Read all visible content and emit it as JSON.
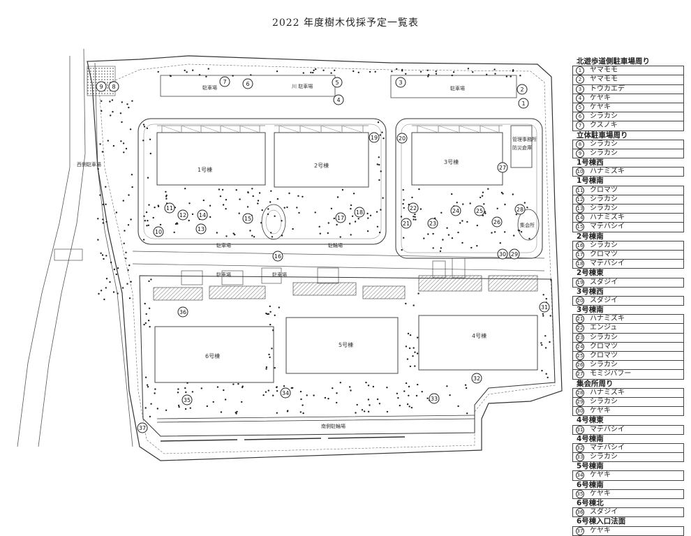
{
  "title": "2022 年度樹木伐採予定一覧表",
  "map": {
    "buildings": [
      {
        "id": "b1",
        "label": "1号棟"
      },
      {
        "id": "b2",
        "label": "2号棟"
      },
      {
        "id": "b3",
        "label": "3号棟"
      },
      {
        "id": "b4",
        "label": "4号棟"
      },
      {
        "id": "b5",
        "label": "5号棟"
      },
      {
        "id": "b6",
        "label": "6号棟"
      }
    ],
    "small_labels": [
      "駐車場",
      "川 駐車場",
      "駐車場",
      "西側駐車場",
      "駐車場",
      "駐輪場",
      "駐車場",
      "駐車場",
      "南側駐輪場",
      "集会所",
      "管理事務所",
      "防災倉庫"
    ],
    "markers": [
      "1",
      "2",
      "3",
      "4",
      "5",
      "6",
      "7",
      "8",
      "9",
      "10",
      "11",
      "12",
      "13",
      "14",
      "15",
      "16",
      "17",
      "18",
      "19",
      "20",
      "21",
      "22",
      "23",
      "24",
      "25",
      "26",
      "27",
      "28",
      "29",
      "30",
      "31",
      "32",
      "33",
      "34",
      "35",
      "36",
      "37"
    ]
  },
  "legend": [
    {
      "group": "北遊歩道側駐車場周り",
      "items": [
        {
          "no": "1",
          "name": "ヤマモモ"
        },
        {
          "no": "2",
          "name": "ヤマモモ"
        },
        {
          "no": "3",
          "name": "トウカエデ"
        },
        {
          "no": "4",
          "name": "ケヤキ"
        },
        {
          "no": "5",
          "name": "ケヤキ"
        },
        {
          "no": "6",
          "name": "シラカシ"
        },
        {
          "no": "7",
          "name": "クスノキ"
        }
      ]
    },
    {
      "group": "立体駐車場周り",
      "items": [
        {
          "no": "8",
          "name": "シラカシ"
        },
        {
          "no": "9",
          "name": "シラカシ"
        }
      ]
    },
    {
      "group": "1号棟西",
      "items": [
        {
          "no": "10",
          "name": "ハナミズキ"
        }
      ]
    },
    {
      "group": "1号棟南",
      "items": [
        {
          "no": "11",
          "name": "クロマツ"
        },
        {
          "no": "12",
          "name": "シラカシ"
        },
        {
          "no": "13",
          "name": "シラカシ"
        },
        {
          "no": "14",
          "name": "ハナミズキ"
        },
        {
          "no": "15",
          "name": "マテバシイ"
        }
      ]
    },
    {
      "group": "2号棟南",
      "items": [
        {
          "no": "16",
          "name": "シラカシ"
        },
        {
          "no": "17",
          "name": "クロマツ"
        },
        {
          "no": "18",
          "name": "マテバシイ"
        }
      ]
    },
    {
      "group": "2号棟東",
      "items": [
        {
          "no": "19",
          "name": "スダジイ"
        }
      ]
    },
    {
      "group": "3号棟西",
      "items": [
        {
          "no": "20",
          "name": "スダジイ"
        }
      ]
    },
    {
      "group": "3号棟南",
      "items": [
        {
          "no": "21",
          "name": "ハナミズキ"
        },
        {
          "no": "22",
          "name": "エンジュ"
        },
        {
          "no": "23",
          "name": "シラカシ"
        },
        {
          "no": "24",
          "name": "クロマツ"
        },
        {
          "no": "25",
          "name": "クロマツ"
        },
        {
          "no": "26",
          "name": "シラカシ"
        },
        {
          "no": "27",
          "name": "モミジバフー"
        }
      ]
    },
    {
      "group": "集会所周り",
      "items": [
        {
          "no": "28",
          "name": "ハナミズキ"
        },
        {
          "no": "29",
          "name": "シラカシ"
        },
        {
          "no": "30",
          "name": "ケヤキ"
        }
      ]
    },
    {
      "group": "4号棟東",
      "items": [
        {
          "no": "31",
          "name": "マテバシイ"
        }
      ]
    },
    {
      "group": "4号棟南",
      "items": [
        {
          "no": "32",
          "name": "マテバシイ"
        },
        {
          "no": "33",
          "name": "シラカシ"
        }
      ]
    },
    {
      "group": "5号棟南",
      "items": [
        {
          "no": "34",
          "name": "ケヤキ"
        }
      ]
    },
    {
      "group": "6号棟南",
      "items": [
        {
          "no": "35",
          "name": "ケヤキ"
        }
      ]
    },
    {
      "group": "6号棟北",
      "items": [
        {
          "no": "36",
          "name": "スダジイ"
        }
      ]
    },
    {
      "group": "6号棟入口法面",
      "items": [
        {
          "no": "37",
          "name": "ケヤキ"
        }
      ]
    }
  ]
}
